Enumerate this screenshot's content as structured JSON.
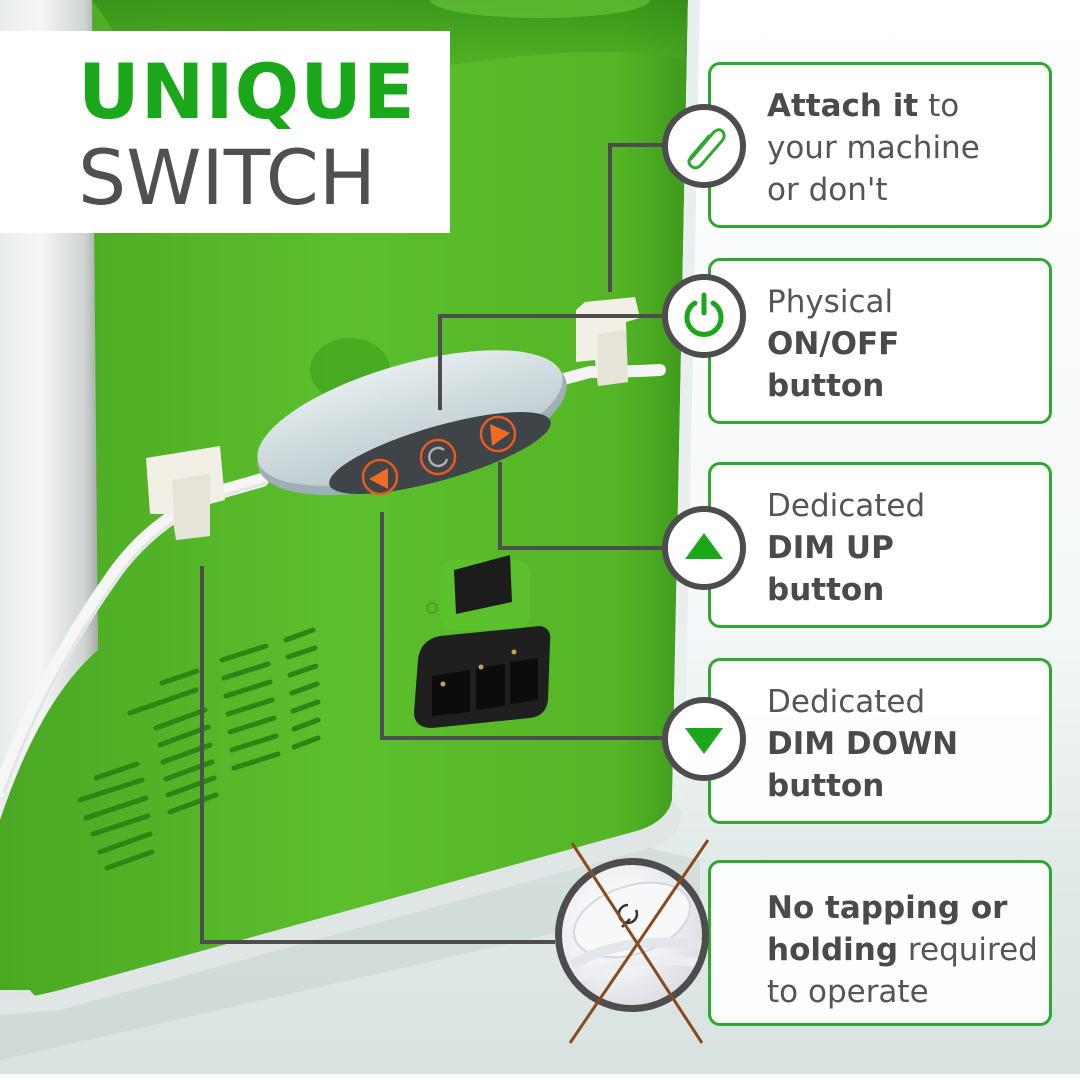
{
  "title": {
    "line1": "UNIQUE",
    "line2": "SWITCH"
  },
  "colors": {
    "accent_green": "#1aa81a",
    "callout_border": "#2ea82e",
    "icon_ring": "#4d4d4d",
    "text_dark": "#4a4a4a",
    "device_green": "#55b82a",
    "remote_button_orange": "#f06a24",
    "cross_brown": "#8b4a1c"
  },
  "callouts": [
    {
      "icon": "paperclip-icon",
      "lines": [
        [
          {
            "text": "Attach it",
            "bold": true
          },
          {
            "text": " to",
            "bold": false
          }
        ],
        [
          {
            "text": "your machine",
            "bold": false
          }
        ],
        [
          {
            "text": "or don't",
            "bold": false
          }
        ]
      ]
    },
    {
      "icon": "power-icon",
      "lines": [
        [
          {
            "text": "Physical",
            "bold": false
          }
        ],
        [
          {
            "text": "ON/OFF",
            "bold": true
          }
        ],
        [
          {
            "text": "button",
            "bold": true
          }
        ]
      ]
    },
    {
      "icon": "triangle-up-icon",
      "lines": [
        [
          {
            "text": "Dedicated",
            "bold": false
          }
        ],
        [
          {
            "text": "DIM UP",
            "bold": true
          }
        ],
        [
          {
            "text": "button",
            "bold": true
          }
        ]
      ]
    },
    {
      "icon": "triangle-down-icon",
      "lines": [
        [
          {
            "text": "Dedicated",
            "bold": false
          }
        ],
        [
          {
            "text": "DIM DOWN",
            "bold": true
          }
        ],
        [
          {
            "text": "button",
            "bold": true
          }
        ]
      ]
    },
    {
      "icon": "crossed-out-touch-remote-photo",
      "lines": [
        [
          {
            "text": "No tapping or",
            "bold": true
          }
        ],
        [
          {
            "text": "holding",
            "bold": true
          },
          {
            "text": " required",
            "bold": false
          }
        ],
        [
          {
            "text": "to operate",
            "bold": false
          }
        ]
      ]
    }
  ],
  "remote": {
    "buttons": [
      "dim-down",
      "power",
      "dim-up"
    ]
  }
}
